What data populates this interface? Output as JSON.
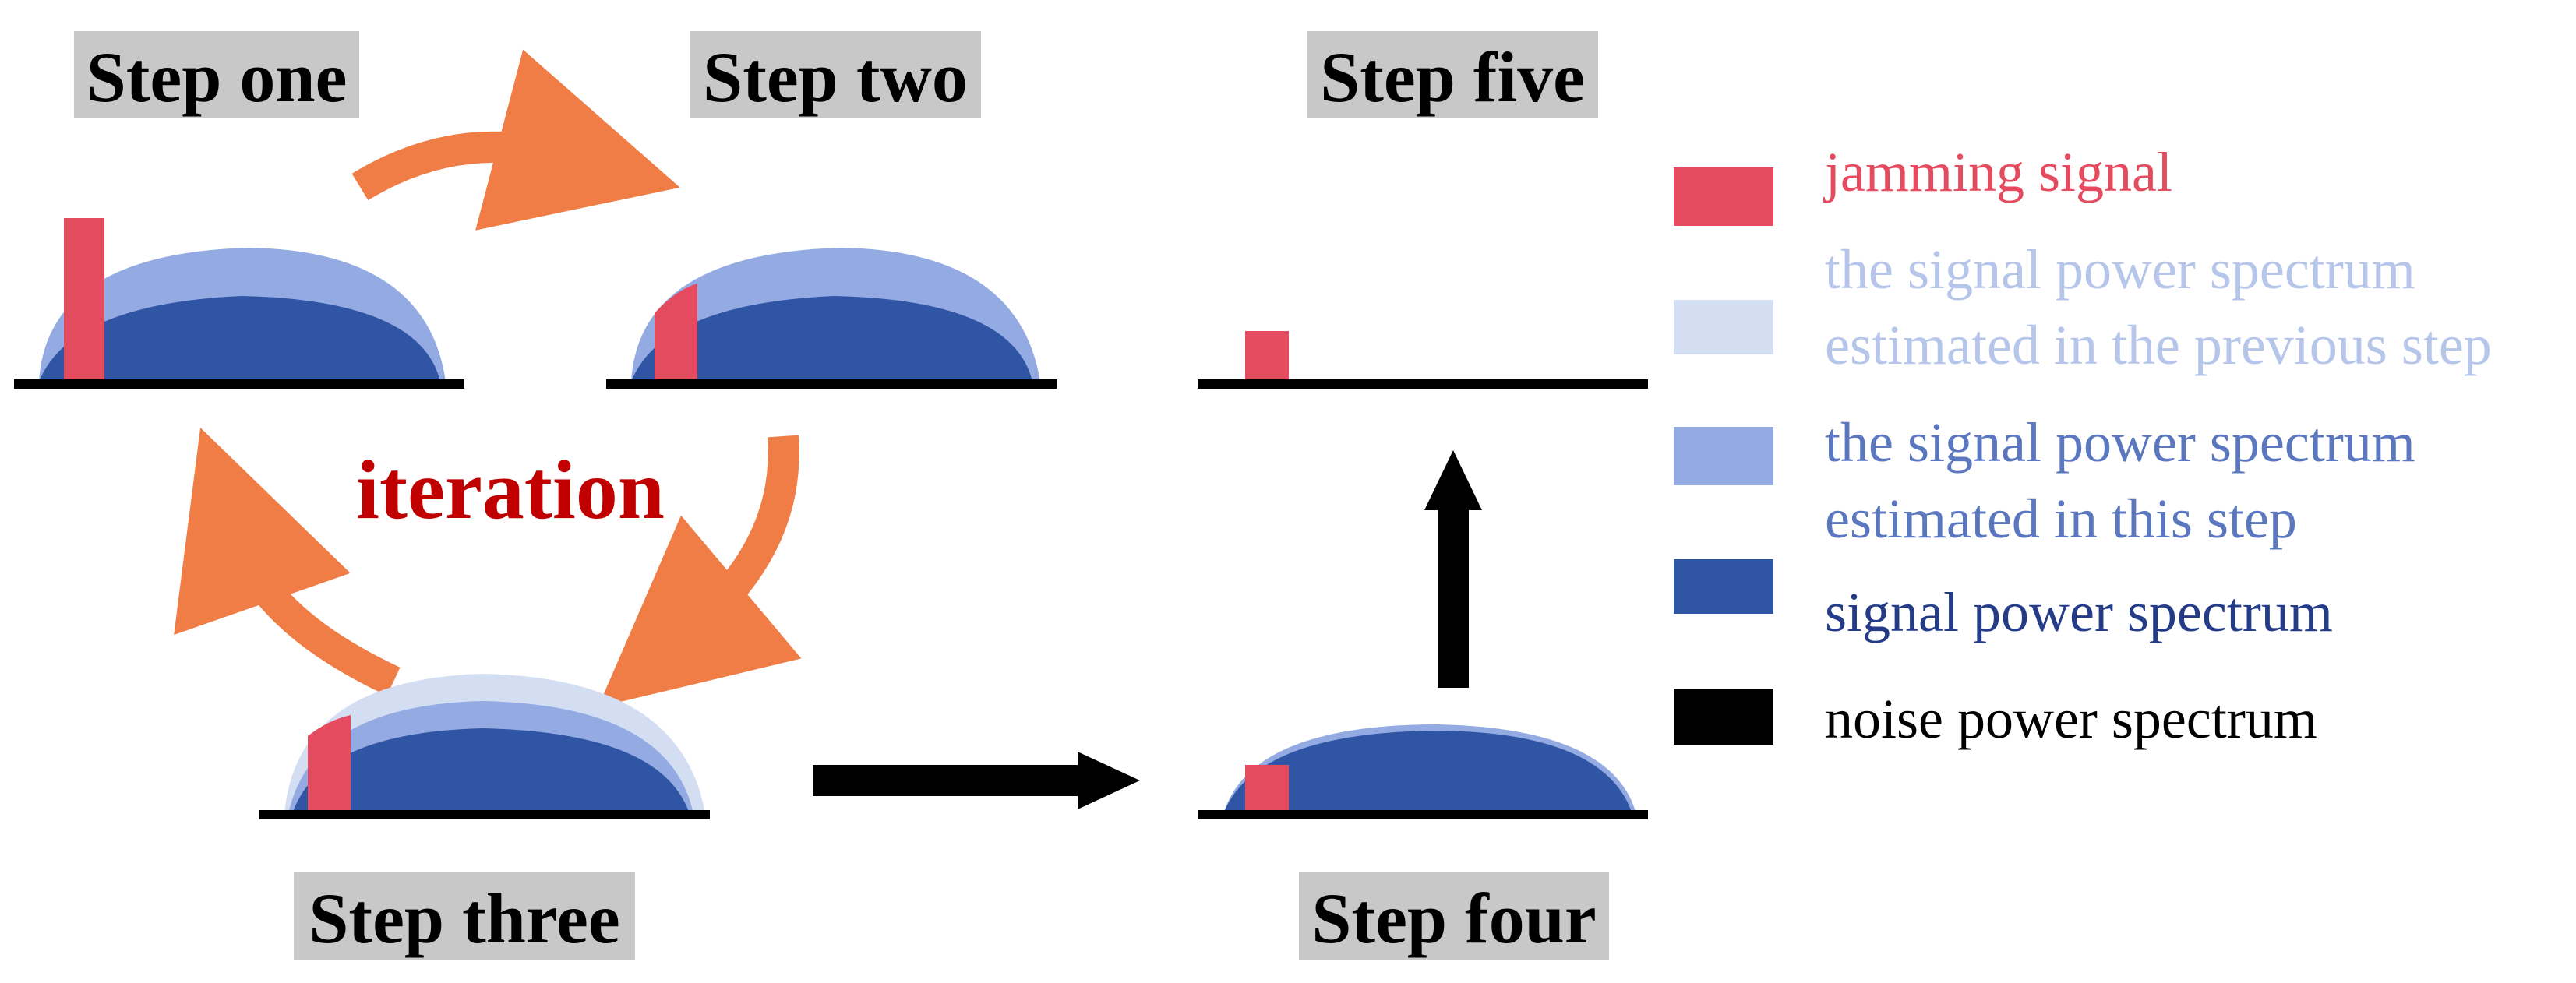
{
  "steps": {
    "one": "Step one",
    "two": "Step two",
    "three": "Step three",
    "four": "Step four",
    "five": "Step five"
  },
  "iteration_label": "iteration",
  "legend": [
    {
      "key": "jamming",
      "lines": [
        "jamming signal"
      ],
      "swatch": "#e44b5e",
      "text_color": "#e44b5e"
    },
    {
      "key": "previous",
      "lines": [
        "the signal power spectrum",
        "estimated in the previous step"
      ],
      "swatch": "#d4def3",
      "text_color": "#b6c6ea"
    },
    {
      "key": "current",
      "lines": [
        "the signal power spectrum",
        "estimated in this step"
      ],
      "swatch": "#93abe2",
      "text_color": "#5b77c0"
    },
    {
      "key": "signal",
      "lines": [
        "signal power spectrum"
      ],
      "swatch": "#2f55a4",
      "text_color": "#243c88"
    },
    {
      "key": "noise",
      "lines": [
        "noise power spectrum"
      ],
      "swatch": "#000000",
      "text_color": "#000000"
    }
  ],
  "colors": {
    "jamming": "#e44b5e",
    "previous": "#d4def3",
    "current": "#93abe2",
    "signal": "#2f55a4",
    "noise": "#000000",
    "arrow_cycle": "#ef7d45",
    "arrow_flow": "#000000",
    "iteration_text": "#c00000",
    "label_bg": "#c8c8c8"
  }
}
